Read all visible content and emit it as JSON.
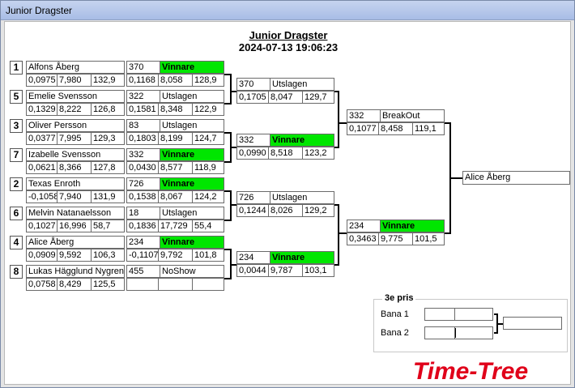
{
  "window": {
    "title": "Junior Dragster"
  },
  "header": {
    "title": "Junior Dragster",
    "datetime": "2024-07-13 19:06:23"
  },
  "round1": [
    {
      "seed": "1",
      "name": "Alfons Åberg",
      "rt": "0,0975",
      "et": "7,980",
      "speed": "132,9"
    },
    {
      "seed": "5",
      "name": "Emelie  Svensson",
      "rt": "0,1329",
      "et": "8,222",
      "speed": "126,8"
    },
    {
      "seed": "3",
      "name": "Oliver Persson",
      "rt": "0,0377",
      "et": "7,995",
      "speed": "129,3"
    },
    {
      "seed": "7",
      "name": "Izabelle Svensson",
      "rt": "0,0621",
      "et": "8,366",
      "speed": "127,8"
    },
    {
      "seed": "2",
      "name": "Texas Enroth",
      "rt": "-0,1058",
      "et": "7,940",
      "speed": "131,9"
    },
    {
      "seed": "6",
      "name": "Melvin Natanaelsson",
      "rt": "0,1027",
      "et": "16,996",
      "speed": "58,7"
    },
    {
      "seed": "4",
      "name": "Alice Åberg",
      "rt": "0,0909",
      "et": "9,592",
      "speed": "106,3"
    },
    {
      "seed": "8",
      "name": "Lukas Hägglund Nygren",
      "rt": "0,0758",
      "et": "8,429",
      "speed": "125,5"
    }
  ],
  "round2": [
    {
      "num": "370",
      "status": "Vinnare",
      "win": true,
      "rt": "0,1168",
      "et": "8,058",
      "speed": "128,9"
    },
    {
      "num": "322",
      "status": "Utslagen",
      "win": false,
      "rt": "0,1581",
      "et": "8,348",
      "speed": "122,9"
    },
    {
      "num": "83",
      "status": "Utslagen",
      "win": false,
      "rt": "0,1803",
      "et": "8,199",
      "speed": "124,7"
    },
    {
      "num": "332",
      "status": "Vinnare",
      "win": true,
      "rt": "0,0430",
      "et": "8,577",
      "speed": "118,9"
    },
    {
      "num": "726",
      "status": "Vinnare",
      "win": true,
      "rt": "0,1538",
      "et": "8,067",
      "speed": "124,2"
    },
    {
      "num": "18",
      "status": "Utslagen",
      "win": false,
      "rt": "0,1836",
      "et": "17,729",
      "speed": "55,4"
    },
    {
      "num": "234",
      "status": "Vinnare",
      "win": true,
      "rt": "-0,1107",
      "et": "9,792",
      "speed": "101,8"
    },
    {
      "num": "455",
      "status": "NoShow",
      "win": false,
      "rt": "",
      "et": "",
      "speed": ""
    }
  ],
  "round3": [
    {
      "num": "370",
      "status": "Utslagen",
      "win": false,
      "rt": "0,1705",
      "et": "8,047",
      "speed": "129,7"
    },
    {
      "num": "332",
      "status": "Vinnare",
      "win": true,
      "rt": "0,0990",
      "et": "8,518",
      "speed": "123,2"
    },
    {
      "num": "726",
      "status": "Utslagen",
      "win": false,
      "rt": "0,1244",
      "et": "8,026",
      "speed": "129,2"
    },
    {
      "num": "234",
      "status": "Vinnare",
      "win": true,
      "rt": "0,0044",
      "et": "9,787",
      "speed": "103,1"
    }
  ],
  "round4": [
    {
      "num": "332",
      "status": "BreakOut",
      "win": false,
      "rt": "0,1077",
      "et": "8,458",
      "speed": "119,1"
    },
    {
      "num": "234",
      "status": "Vinnare",
      "win": true,
      "rt": "0,3463",
      "et": "9,775",
      "speed": "101,5"
    }
  ],
  "champion": {
    "name": "Alice Åberg"
  },
  "third_place": {
    "title": "3e pris",
    "lane1": "Bana 1",
    "lane2": "Bana 2"
  },
  "logo": {
    "text": "Time-Tree",
    "color": "#e0001a"
  },
  "colors": {
    "winner": "#00e600"
  }
}
